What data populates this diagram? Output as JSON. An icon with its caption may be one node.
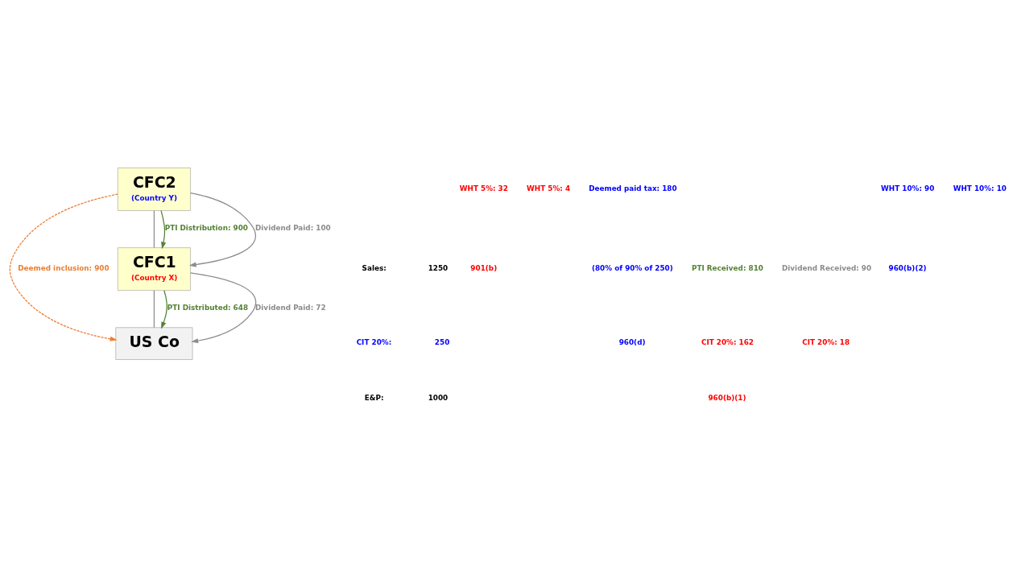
{
  "diagram": {
    "nodes": [
      {
        "text": [
          "US Co"
        ]
      },
      {
        "text": [
          "CFC1",
          "(Country X)"
        ]
      },
      {
        "text": [
          "CFC2",
          "(Country Y)"
        ]
      }
    ],
    "edges": [
      {
        "from": 1,
        "to": 0,
        "arrow": "none"
      },
      {
        "from": 2,
        "to": 1,
        "arrow": "none"
      },
      {
        "from": 2,
        "to": 1,
        "arrow": "to",
        "label": "PTI Distribution: 900",
        "color": "#548235"
      },
      {
        "from": 1,
        "to": 0,
        "arrow": "to",
        "label": "PTI Distributed: 648",
        "color": "#548235"
      },
      {
        "from": 2,
        "to": 1,
        "arrow": "to",
        "label": "Dividend Paid: 100"
      },
      {
        "from": 1,
        "to": 0,
        "arrow": "to",
        "label": "Dividend Paid: 72"
      },
      {
        "from": 2,
        "to": 0,
        "arrow": "to",
        "label": "Deemed inclusion: 900",
        "style": "dashed",
        "color": "#ed7d31"
      }
    ],
    "labels": [
      "WHT 5%: 32",
      "901(b)",
      "WHT 5%: 4",
      "Deemed paid tax: 180",
      "(80% of 90% of 250)",
      "960(d)",
      "PTI Received: 810",
      "CIT 20%: 162",
      "960(b)(1)",
      "Dividend Received: 90",
      "CIT 20%: 18",
      "WHT 10%: 90",
      "960(b)(2)",
      "WHT 10%: 10",
      "Sales:",
      "1250",
      "CIT 20%:",
      "250",
      "E&P:",
      "1000"
    ]
  }
}
